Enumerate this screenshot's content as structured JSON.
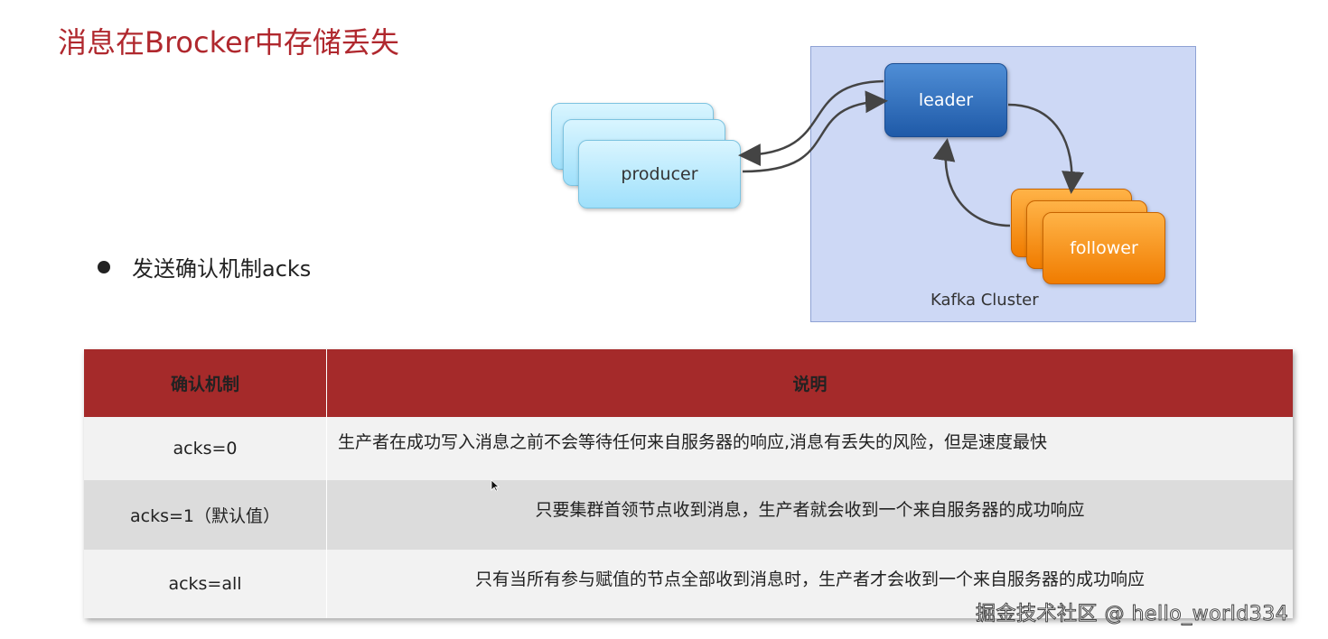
{
  "title": "消息在Brocker中存储丢失",
  "bullet": "发送确认机制acks",
  "diagram": {
    "producer_label": "producer",
    "leader_label": "leader",
    "follower_label": "follower",
    "cluster_label": "Kafka Cluster",
    "colors": {
      "cluster_bg": "#cdd8f5",
      "producer": "#b8e9fc",
      "leader": "#2f6fbe",
      "follower": "#f58a07"
    }
  },
  "table": {
    "header_color": "#a52a2a",
    "headers": [
      "确认机制",
      "说明"
    ],
    "rows": [
      {
        "mode": "acks=0",
        "desc": "生产者在成功写入消息之前不会等待任何来自服务器的响应,消息有丢失的风险，但是速度最快"
      },
      {
        "mode": "acks=1（默认值）",
        "desc": "只要集群首领节点收到消息，生产者就会收到一个来自服务器的成功响应"
      },
      {
        "mode": "acks=all",
        "desc": "只有当所有参与赋值的节点全部收到消息时，生产者才会收到一个来自服务器的成功响应"
      }
    ]
  },
  "watermark": "掘金技术社区 @ hello_world334"
}
